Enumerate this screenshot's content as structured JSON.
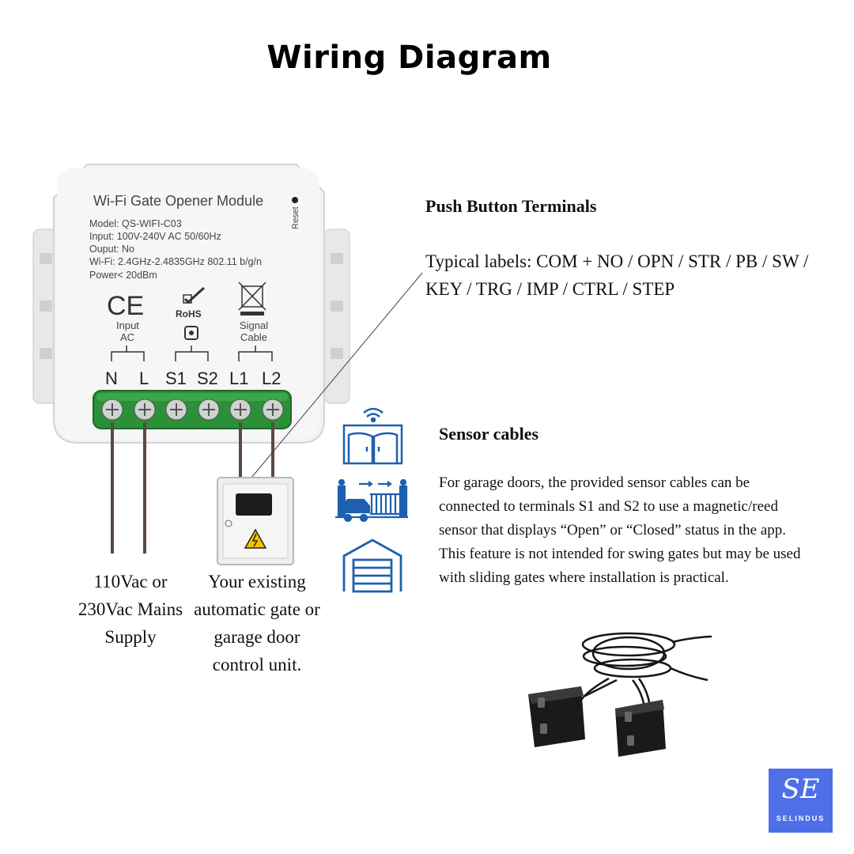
{
  "title": "Wiring Diagram",
  "module": {
    "name": "Wi-Fi Gate Opener Module",
    "reset": "Reset",
    "model": "Model: QS-WIFI-C03",
    "input": "Input: 100V-240V AC 50/60Hz",
    "output": "Ouput: No",
    "wifi": "Wi-Fi: 2.4GHz-2.4835GHz 802.11 b/g/n",
    "power": "Power< 20dBm",
    "ce": "CE",
    "rohs": "RoHS",
    "input_ac_1": "Input",
    "input_ac_2": "AC",
    "signal_1": "Signal",
    "signal_2": "Cable",
    "terminals": [
      "N",
      "L",
      "S1",
      "S2",
      "L1",
      "L2"
    ]
  },
  "push_button": {
    "heading": "Push Button Terminals",
    "text": "Typical labels: COM + NO / OPN / STR / PB / SW / KEY / TRG / IMP / CTRL / STEP"
  },
  "sensor": {
    "heading": "Sensor cables",
    "text": "For garage doors, the provided sensor cables can be connected to terminals S1 and S2 to use a magnetic/reed sensor that displays “Open” or “Closed” status in the app. This feature is not intended for swing gates but may be used with sliding gates where installation is practical."
  },
  "labels": {
    "mains": "110Vac or 230Vac Mains Supply",
    "control": "Your existing automatic gate or garage door control unit."
  },
  "logo": {
    "monogram": "SE",
    "word": "SELINDUS"
  },
  "icons": [
    "swing-gate-wifi-icon",
    "sliding-gate-car-icon",
    "garage-door-icon",
    "warning-icon"
  ],
  "colors": {
    "terminal_green": "#2fa23f",
    "icon_blue": "#1f5fb0",
    "logo_blue": "#4f6fe8",
    "wire": "#5a4a42"
  }
}
